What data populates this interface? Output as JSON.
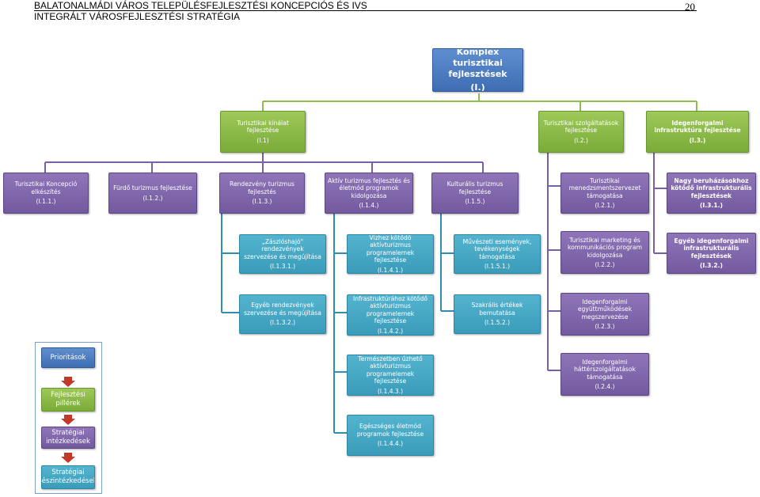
{
  "header": {
    "line1": "BALATONALMÁDI VÁROS TELEPÜLÉSFEJLESZTÉSI KONCEPCIÓS ÉS IVS",
    "line2": "INTEGRÁLT VÁROSFEJLESZTÉSI STRATÉGIA",
    "page_number": "20"
  },
  "root": {
    "title": "Komplex turisztikai\nfejlesztések",
    "code": "(I.)"
  },
  "pillars": [
    {
      "title": "Turisztikai kínálat\nfejlesztése",
      "code": "(I.1)"
    },
    {
      "title": "Turisztikai szolgáltatások\nfejlesztése",
      "code": "(I.2.)"
    },
    {
      "title": "Idegenforgalmi\ninfrastruktúra fejlesztése",
      "code": "(I.3.)"
    }
  ],
  "measures": [
    {
      "title": "Turisztikai Koncepció\nelkészítés",
      "code": "(I.1.1.)"
    },
    {
      "title": "Fürdő turizmus fejlesztése",
      "code": "(I.1.2.)"
    },
    {
      "title": "Rendezvény turizmus\nfejlesztés",
      "code": "(I.1.3.)"
    },
    {
      "title": "Aktív turizmus fejlesztés és\néletmód programok\nkidolgozása",
      "code": "(I.1.4.)"
    },
    {
      "title": "Kulturális turizmus\nfejlesztése",
      "code": "(I.1.5.)"
    },
    {
      "title": "Turisztikai\nmenedzsmentszervezet\ntámogatása",
      "code": "(I.2.1.)"
    },
    {
      "title": "Nagy beruházásokhoz\nkötődő infrastrukturális\nfejlesztések",
      "code": "(I.3.1.)"
    }
  ],
  "submeasures": [
    {
      "title": "„Zászlóshajó\" rendezvények\nszervezése és megújítása",
      "code": "(I.1.3.1.)"
    },
    {
      "title": "Egyéb rendezvények\nszervezése és megújítása",
      "code": "(I.1.3.2.)"
    },
    {
      "title": "Vízhez kötődő aktívturizmus\nprogramelemek fejlesztése",
      "code": "(I.1.4.1.)"
    },
    {
      "title": "Infrastruktúrához kötődő\naktívturizmus\nprogramelemek fejlesztése",
      "code": "(I.1.4.2.)"
    },
    {
      "title": "Természetben űzhető\naktívturizmus\nprogramelemek fejlesztése",
      "code": "(I.1.4.3.)"
    },
    {
      "title": "Egészséges életmód\nprogramok fejlesztése",
      "code": "(I.1.4.4.)"
    },
    {
      "title": "Művészeti események,\ntevékenységek támogatása",
      "code": "(I.1.5.1.)"
    },
    {
      "title": "Szakrális értékek\nbemutatása",
      "code": "(I.1.5.2.)"
    },
    {
      "title": "Turisztikai marketing és\nkommunikációs program\nkidolgozása",
      "code": "(I.2.2.)"
    },
    {
      "title": "Idegenforgalmi\negyüttműködések\nmegszervezése",
      "code": "(I.2.3.)"
    },
    {
      "title": "Idegenforgalmi\nháttérszolgáltatások\ntámogatása",
      "code": "(I.2.4.)"
    },
    {
      "title": "Egyéb idegenforgalmi\ninfrastrukturális fejlesztések",
      "code": "(I.3.2.)"
    }
  ],
  "legend": {
    "items": [
      "Prioritások",
      "Fejlesztési\npillérek",
      "Stratégiai\nintézkedések",
      "Stratégiai\nrészintézkedések"
    ]
  },
  "colors": {
    "priority": "#4a7cc0",
    "pillar": "#8bbb48",
    "measure": "#8066ab",
    "submeasure": "#47a8c6",
    "connector_green": "#8fbc4f",
    "connector_purple": "#7a5ea8",
    "connector_teal": "#2f8fb0",
    "arrow_red": "#c0392b"
  }
}
